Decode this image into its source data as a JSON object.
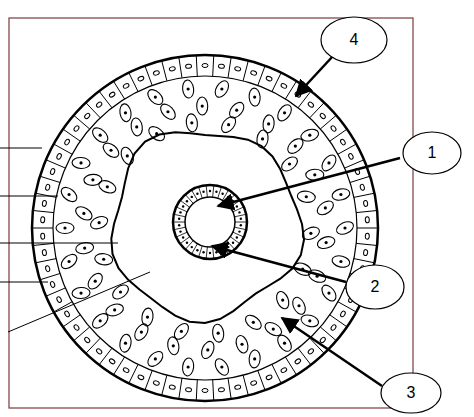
{
  "diagram": {
    "nodes": [
      {
        "text": [
          "4"
        ]
      },
      {
        "text": [
          "1"
        ]
      },
      {
        "text": [
          "2"
        ]
      },
      {
        "text": [
          "3"
        ]
      }
    ]
  }
}
